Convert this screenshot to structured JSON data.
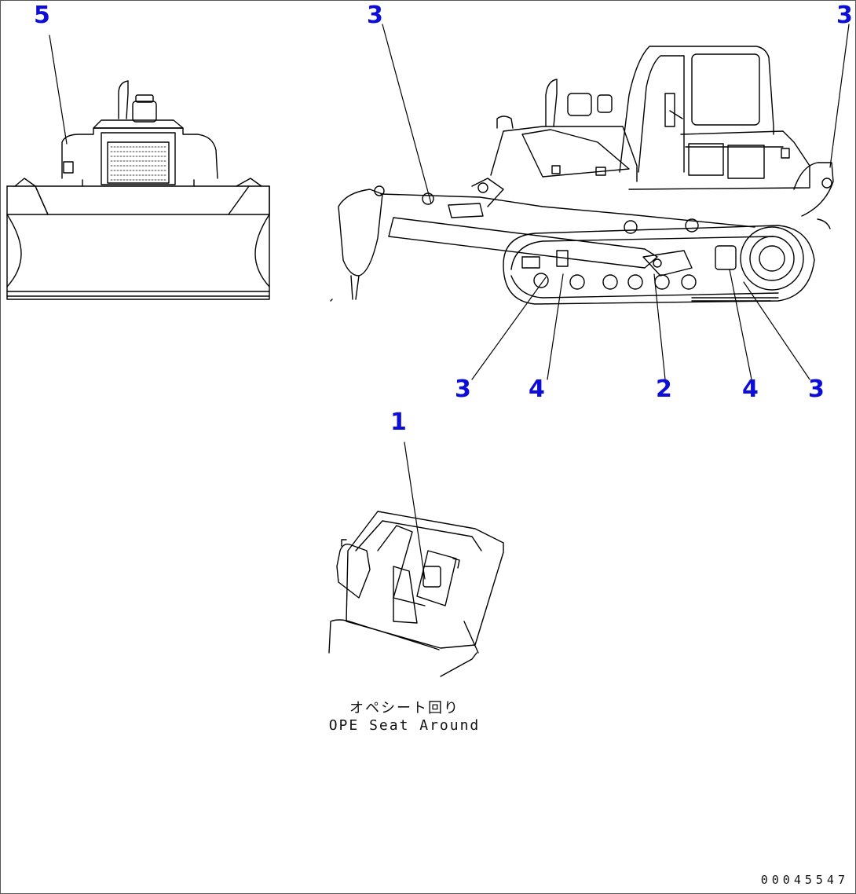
{
  "colors": {
    "callout": "#0d0dd9",
    "line": "#000000",
    "paper": "#ffffff"
  },
  "callouts": {
    "front_view": "5",
    "ripper": "3",
    "rear_top": "3",
    "front_idler": "3",
    "track_frame_front": "4",
    "roller_guard": "2",
    "track_frame_rear": "4",
    "sprocket": "3",
    "seat_area": "1"
  },
  "caption": {
    "japanese": "オペシート回り",
    "english": "OPE Seat Around"
  },
  "document_number": "00045547"
}
